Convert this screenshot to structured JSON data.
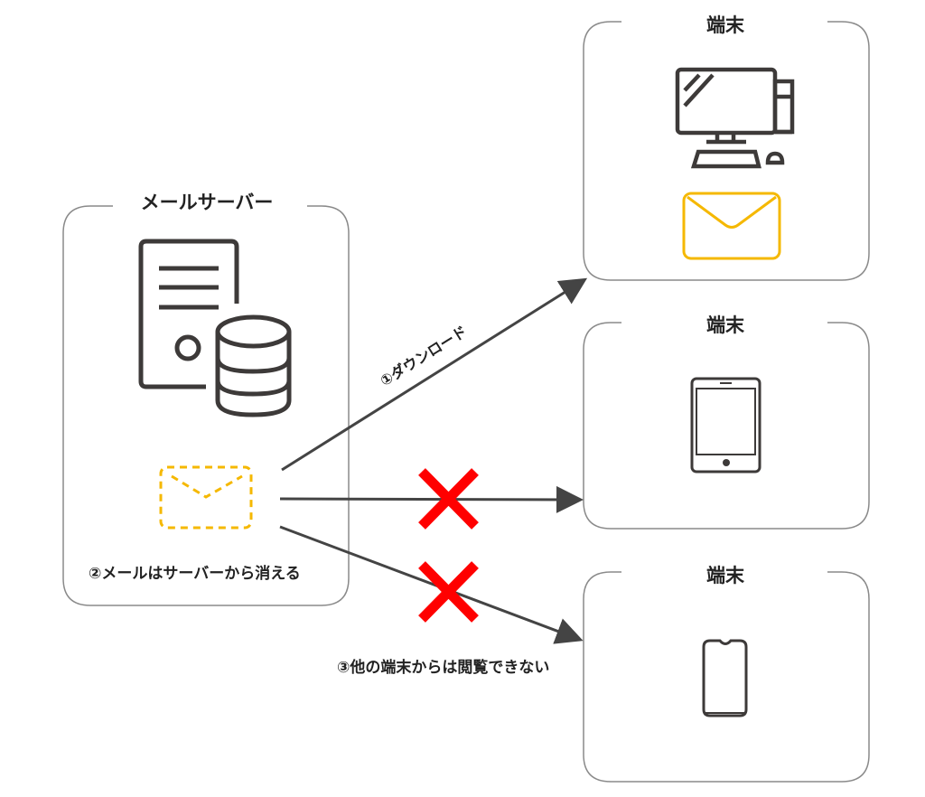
{
  "colors": {
    "box_border": "#8a8a8a",
    "icon_stroke": "#3d3a39",
    "arrow": "#444444",
    "mail_accent": "#f5b800",
    "cross": "#ff0000"
  },
  "server_box": {
    "title": "メールサーバー",
    "icons": [
      "server-icon",
      "database-icon",
      "dashed-mail-icon"
    ],
    "note": "②メールはサーバーから消える"
  },
  "terminals": [
    {
      "title": "端末",
      "device": "desktop-computer-icon",
      "has_mail": true
    },
    {
      "title": "端末",
      "device": "tablet-icon",
      "has_mail": false
    },
    {
      "title": "端末",
      "device": "smartphone-icon",
      "has_mail": false
    }
  ],
  "arrows": [
    {
      "label": "①ダウンロード",
      "target": "terminal-1",
      "blocked": false
    },
    {
      "label": "",
      "target": "terminal-2",
      "blocked": true
    },
    {
      "label": "",
      "target": "terminal-3",
      "blocked": true
    }
  ],
  "bottom_note": "③他の端末からは閲覧できない"
}
